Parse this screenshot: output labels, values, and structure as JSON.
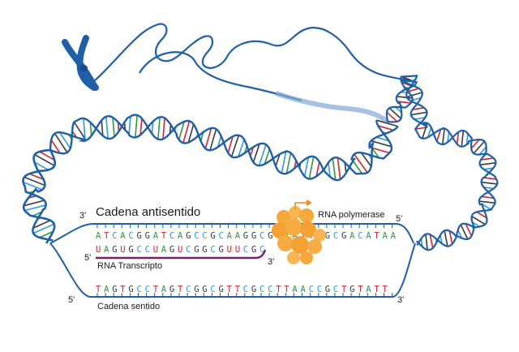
{
  "labels": {
    "antisense_title": "Cadena antisentido",
    "sense_title": "Cadena sentido",
    "rna_polymerase": "RNA polymerase",
    "rna_transcript": "RNA Transcripto",
    "prime3": "3'",
    "prime5": "5'"
  },
  "sequences": {
    "antisense": "ATCACGGATCAGCCGCAAGGCGGAATTGGCGACATAA",
    "rna": "UAGUGCCUAGUCGGCGUUCGC",
    "sense": "TAGTGCCTAGTCGGCGTTCGCCTTAACCGCTGTATT"
  },
  "colors": {
    "A": "#2e9a3c",
    "T": "#d2222d",
    "U": "#d2222d",
    "G": "#3a3a3a",
    "C": "#2d9bd6",
    "backbone": "#1f5ea8",
    "rna_strand": "#7a1e6e",
    "polymerase": "#f6a83a",
    "arrow": "#ef8a1e"
  },
  "icons": {
    "chromosome": "chromosome-icon",
    "polymerase": "rna-polymerase-icon",
    "arrow": "transcription-start-arrow-icon"
  }
}
